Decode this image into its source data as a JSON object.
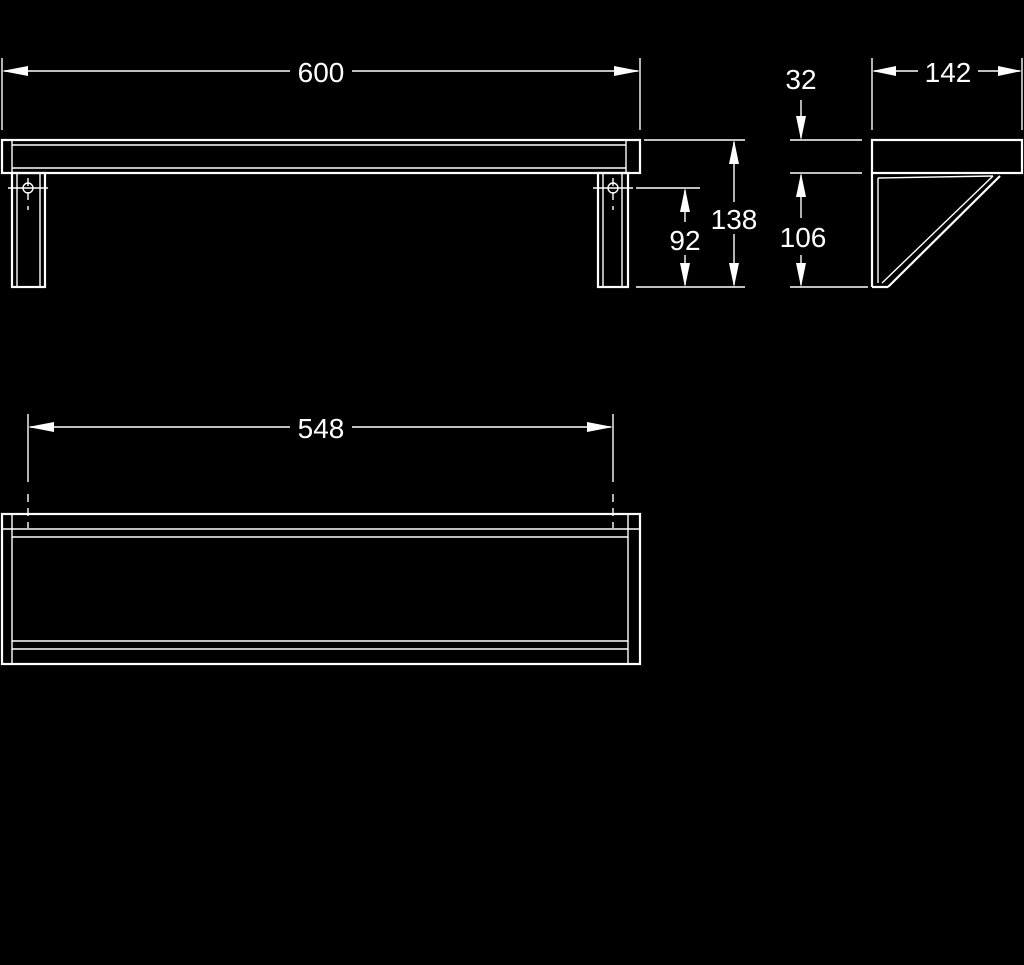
{
  "drawing": {
    "background_color": "#000000",
    "line_color": "#ffffff"
  },
  "dimensions": {
    "total_width": "600",
    "mounting_span": "548",
    "shelf_thickness": "32",
    "bracket_height": "106",
    "bracket_offset": "92",
    "overall_height": "138",
    "depth": "142"
  }
}
